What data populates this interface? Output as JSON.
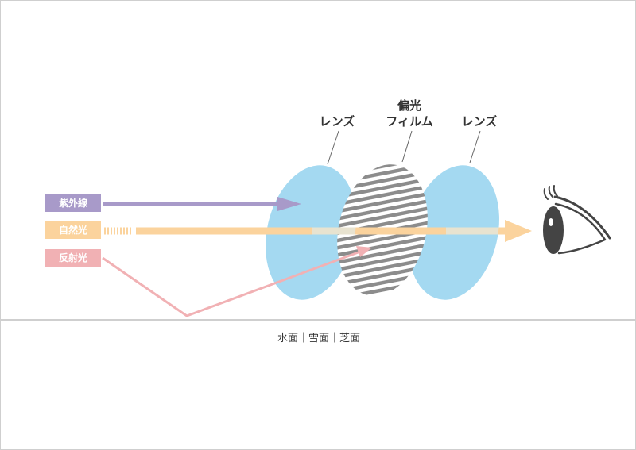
{
  "labels": {
    "lens_left": "レンズ",
    "filter_line1": "偏光",
    "filter_line2": "フィルム",
    "lens_right": "レンズ"
  },
  "light_sources": {
    "uv": "紫外線",
    "natural": "自然光",
    "reflected": "反射光"
  },
  "surfaces": "水面｜雪面｜芝面",
  "colors": {
    "lens": "#a4d9f1",
    "uv": "#a89ac9",
    "natural": "#fbd39d",
    "reflected": "#f1b1b4",
    "filter_stripes": "#8c8c8c",
    "ground_line": "#cfcfcf",
    "eye": "#444444",
    "label_text": "#333333"
  }
}
